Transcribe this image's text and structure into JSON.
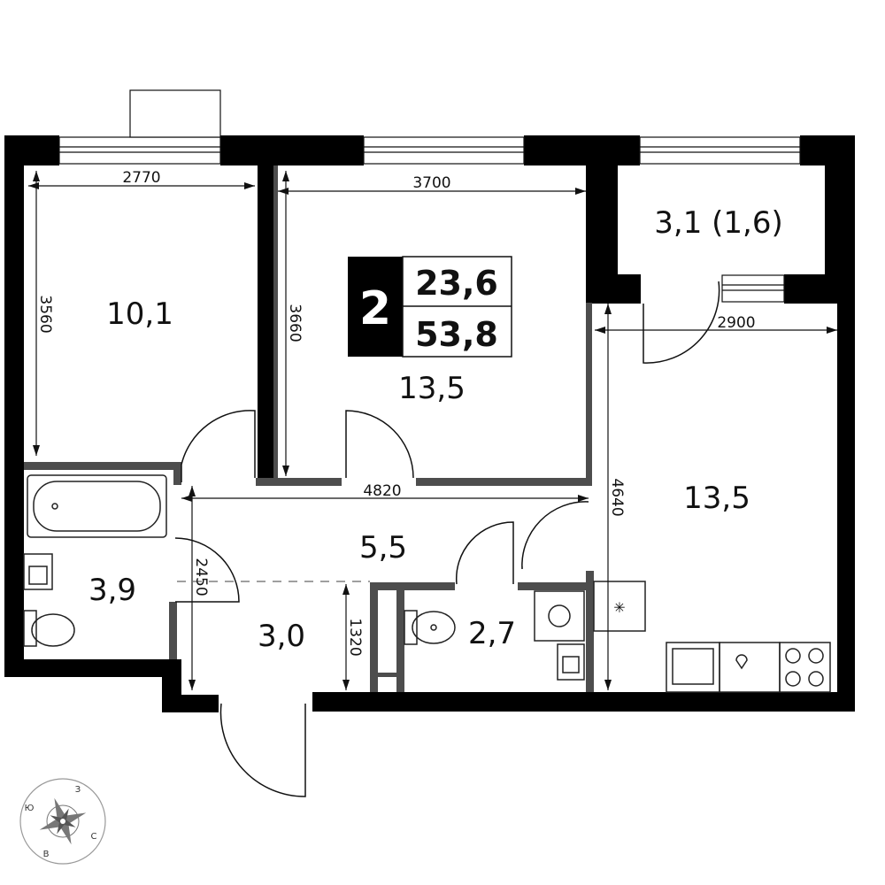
{
  "rooms": {
    "bedroom_area": "10,1",
    "living_area": "13,5",
    "kitchen_area": "13,5",
    "balcony_area": "3,1 (1,6)",
    "hall_area": "5,5",
    "bathroom_area": "3,9",
    "entry_area": "3,0",
    "wc_area": "2,7"
  },
  "badge": {
    "rooms_count": "2",
    "living_space": "23,6",
    "total_space": "53,8"
  },
  "dimensions": {
    "bedroom_width": "2770",
    "bedroom_depth": "3560",
    "living_width": "3700",
    "living_depth": "3660",
    "kitchen_width": "2900",
    "kitchen_depth": "4640",
    "hall_length": "4820",
    "bath_depth": "2450",
    "entry_depth": "1320"
  },
  "compass": {
    "north": "З",
    "east": "С",
    "south": "В",
    "west": "Ю"
  },
  "colors": {
    "wall": "#000000",
    "partition": "#4d4d4d",
    "line": "#111111"
  }
}
